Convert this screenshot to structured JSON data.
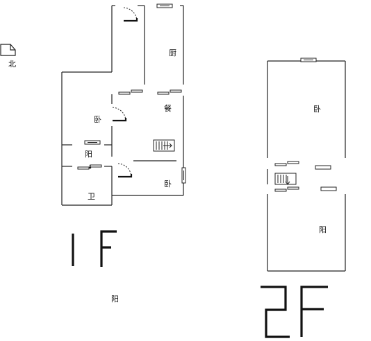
{
  "compass": {
    "label": "北"
  },
  "floor1": {
    "title_strokes": "1F",
    "rooms": {
      "kitchen": "厨",
      "dining": "餐",
      "bedroom_left": "卧",
      "balcony_left": "阳",
      "bathroom": "卫",
      "bedroom_right": "卧",
      "balcony_bottom": "阳"
    }
  },
  "floor2": {
    "title_strokes": "2F",
    "rooms": {
      "bedroom_top": "卧",
      "balcony": "阳"
    }
  }
}
